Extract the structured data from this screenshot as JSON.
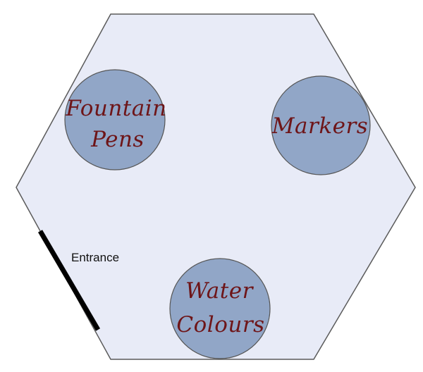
{
  "colors": {
    "floor_fill": "#e8ebf7",
    "floor_stroke": "#5a5a5a",
    "booth_fill": "#91a6c7",
    "booth_stroke": "#555555",
    "booth_text": "#6e1518",
    "entrance_wall": "#000000",
    "entrance_text": "#111111"
  },
  "booths": [
    {
      "id": "fountain-pens",
      "lines": [
        "Fountain",
        "Pens"
      ]
    },
    {
      "id": "markers",
      "lines": [
        "Markers"
      ]
    },
    {
      "id": "water-colours",
      "lines": [
        "Water",
        "Colours"
      ]
    }
  ],
  "entrance": {
    "label": "Entrance"
  }
}
